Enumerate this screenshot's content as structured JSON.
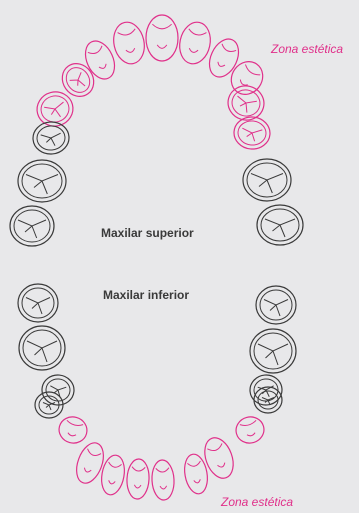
{
  "labels": {
    "zone_upper": "Zona estética",
    "zone_lower": "Zona estética",
    "upper_jaw": "Maxilar superior",
    "lower_jaw": "Maxilar inferior"
  },
  "colors": {
    "background": "#e8e8ea",
    "aesthetic_zone": "#e0308a",
    "tooth_outline": "#3a3a3a"
  },
  "arches": [
    {
      "name": "upper",
      "teeth": [
        {
          "kind": "incisor",
          "zone": "aesthetic"
        },
        {
          "kind": "incisor",
          "zone": "aesthetic"
        },
        {
          "kind": "incisor",
          "zone": "aesthetic"
        },
        {
          "kind": "incisor",
          "zone": "aesthetic"
        },
        {
          "kind": "canine",
          "zone": "aesthetic"
        },
        {
          "kind": "canine",
          "zone": "aesthetic"
        },
        {
          "kind": "premolar",
          "zone": "aesthetic"
        },
        {
          "kind": "premolar",
          "zone": "aesthetic"
        },
        {
          "kind": "premolar",
          "zone": "aesthetic"
        },
        {
          "kind": "premolar",
          "zone": "aesthetic"
        },
        {
          "kind": "premolar",
          "zone": "normal"
        },
        {
          "kind": "premolar",
          "zone": "normal"
        },
        {
          "kind": "molar",
          "zone": "normal"
        },
        {
          "kind": "molar",
          "zone": "normal"
        },
        {
          "kind": "molar",
          "zone": "normal"
        },
        {
          "kind": "molar",
          "zone": "normal"
        }
      ]
    },
    {
      "name": "lower",
      "teeth": [
        {
          "kind": "molar",
          "zone": "normal"
        },
        {
          "kind": "molar",
          "zone": "normal"
        },
        {
          "kind": "molar",
          "zone": "normal"
        },
        {
          "kind": "molar",
          "zone": "normal"
        },
        {
          "kind": "premolar",
          "zone": "normal"
        },
        {
          "kind": "premolar",
          "zone": "normal"
        },
        {
          "kind": "premolar",
          "zone": "normal"
        },
        {
          "kind": "premolar",
          "zone": "normal"
        },
        {
          "kind": "canine",
          "zone": "aesthetic"
        },
        {
          "kind": "canine",
          "zone": "aesthetic"
        },
        {
          "kind": "incisor",
          "zone": "aesthetic"
        },
        {
          "kind": "incisor",
          "zone": "aesthetic"
        },
        {
          "kind": "incisor",
          "zone": "aesthetic"
        },
        {
          "kind": "incisor",
          "zone": "aesthetic"
        },
        {
          "kind": "incisor",
          "zone": "aesthetic"
        },
        {
          "kind": "incisor",
          "zone": "aesthetic"
        }
      ]
    }
  ]
}
